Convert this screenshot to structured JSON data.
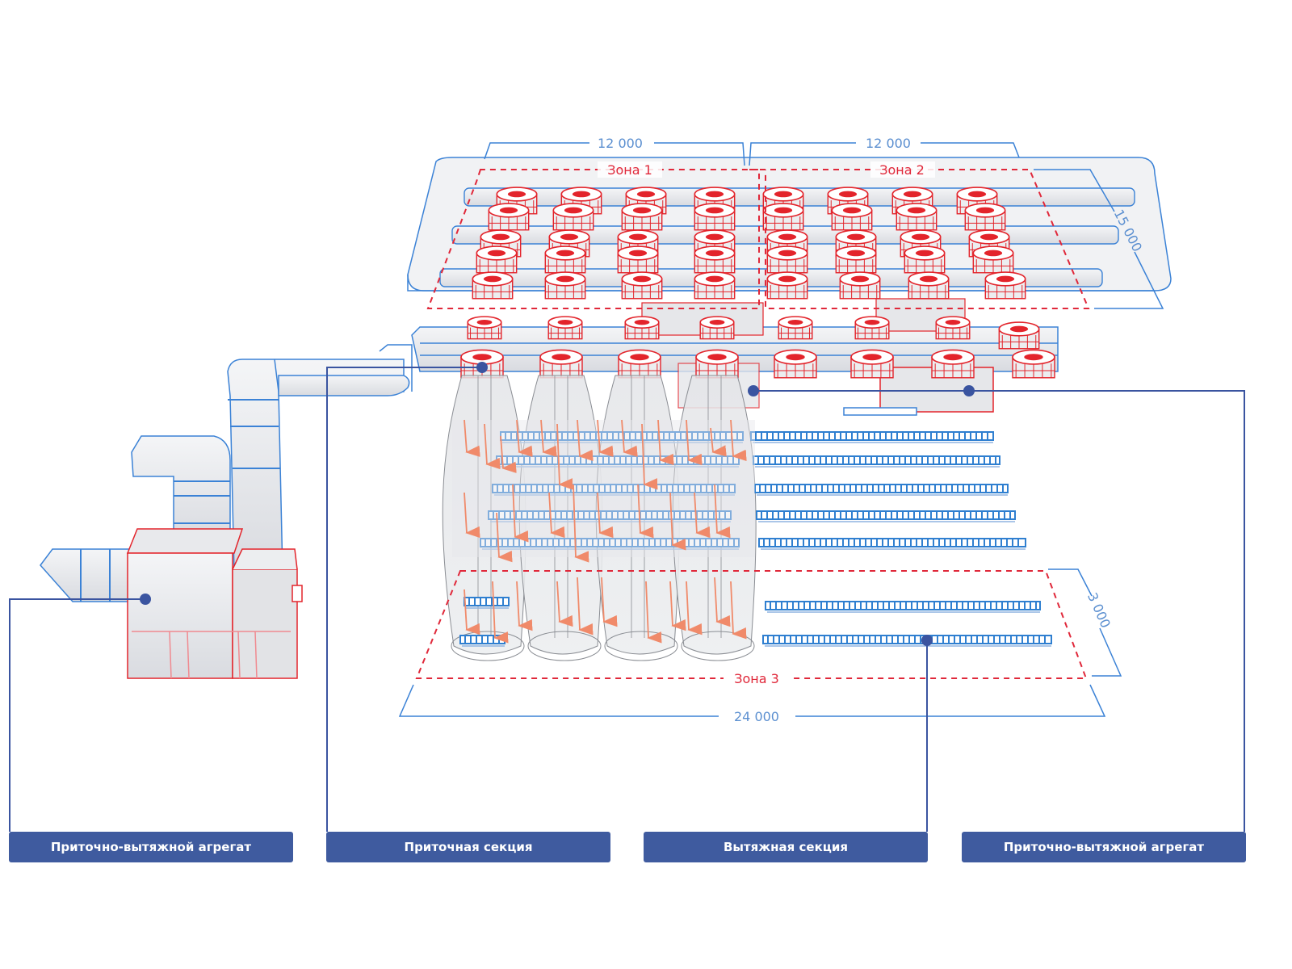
{
  "diagram": {
    "title": "Схема системы вентиляции",
    "colors": {
      "duct_stroke": "#3b82d6",
      "duct_fill": "#e8e9ec",
      "diffuser": "#e3242b",
      "zone_border": "#e0283a",
      "dimension": "#5b8fd0",
      "callout": "#3a54a0",
      "label_bg": "#3f5b9f",
      "arrow": "#f08a6a",
      "conveyor": "#2f7fd0"
    },
    "dimensions": {
      "zone1_width": "12 000",
      "zone2_width": "12 000",
      "depth": "15 000",
      "zone3_depth": "3 000",
      "total_width": "24 000"
    },
    "zones": [
      {
        "id": "zone1",
        "label": "Зона 1"
      },
      {
        "id": "zone2",
        "label": "Зона 2"
      },
      {
        "id": "zone3",
        "label": "Зона 3"
      }
    ],
    "callouts": [
      {
        "id": "ahu-left",
        "label": "Приточно-вытяжной агрегат"
      },
      {
        "id": "supply-section",
        "label": "Приточная секция"
      },
      {
        "id": "exhaust-section",
        "label": "Вытяжная секция"
      },
      {
        "id": "ahu-right",
        "label": "Приточно-вытяжной агрегат"
      }
    ]
  }
}
